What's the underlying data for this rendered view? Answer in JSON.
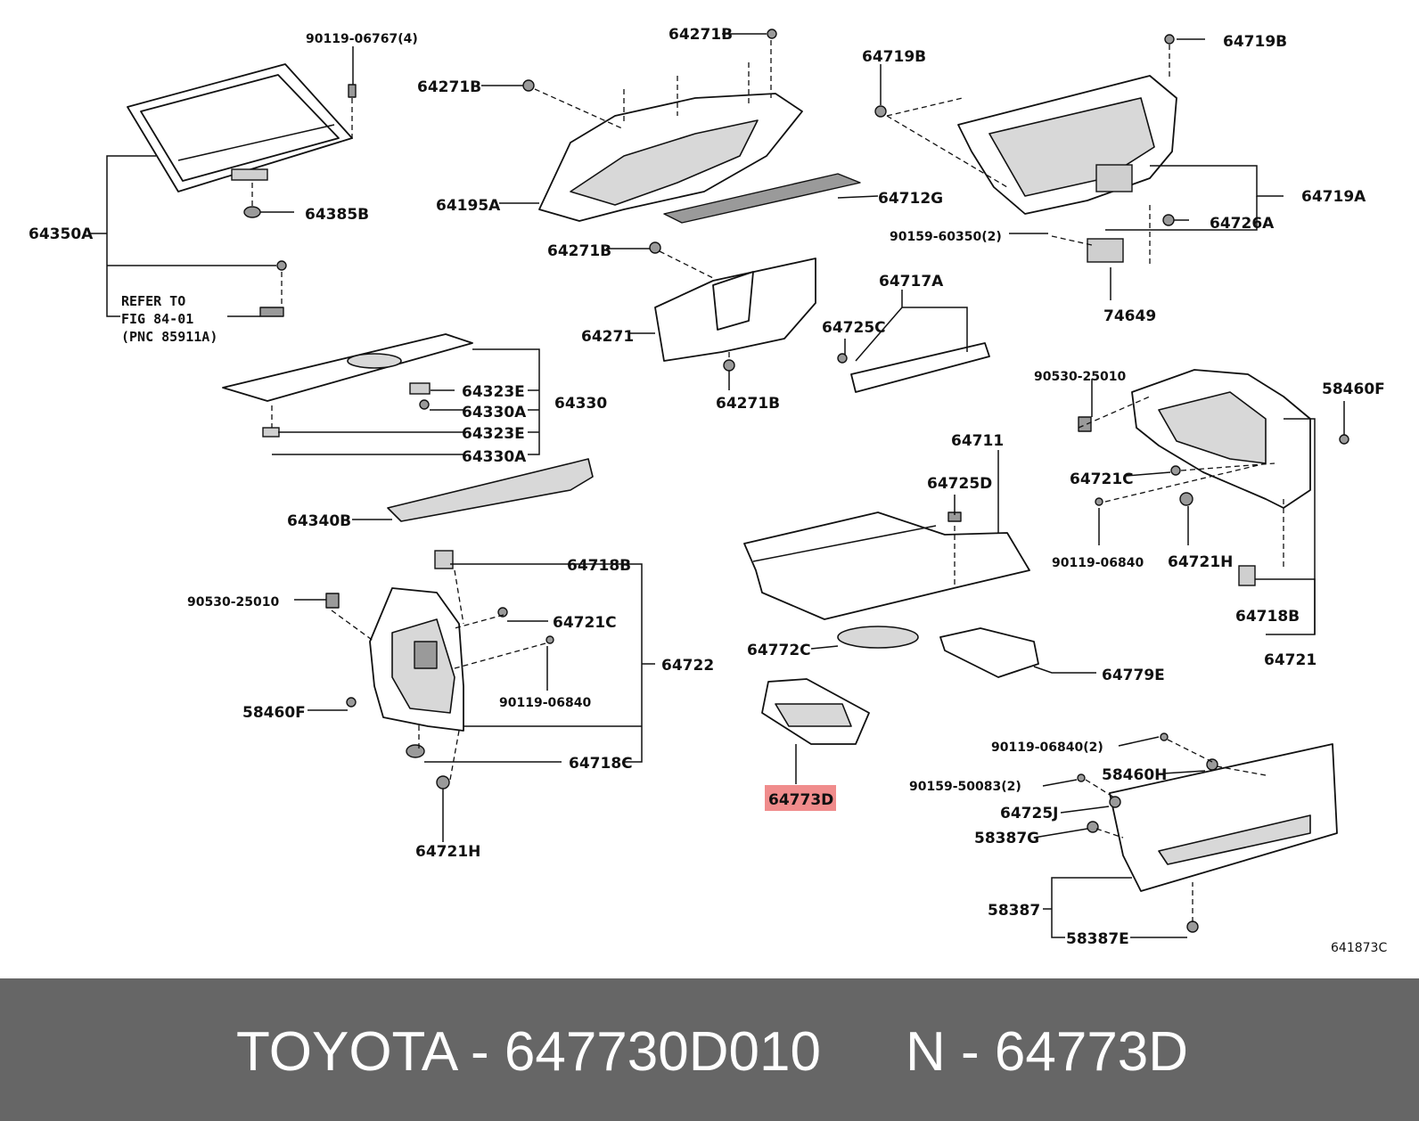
{
  "diagram_code": "641873C",
  "refer_note": [
    "REFER TO",
    "FIG  84-01",
    "(PNC 85911A)"
  ],
  "highlight_color": "#f08c8c",
  "footer": {
    "brand_part": "TOYOTA - 647730D010",
    "pnc": "N - 64773D"
  },
  "labels": {
    "l01": "90119-06767(4)",
    "l02": "64271B",
    "l03": "64719B",
    "l04": "64719B",
    "l05": "64271B",
    "l06": "64385B",
    "l07": "64195A",
    "l08": "64712G",
    "l09": "64719A",
    "l10": "64350A",
    "l11": "64726A",
    "l12": "90159-60350(2)",
    "l13": "64271B",
    "l14": "74649",
    "l15": "64717A",
    "l16": "64271",
    "l17": "64725C",
    "l18": "90530-25010",
    "l19": "58460F",
    "l20": "64323E",
    "l21": "64330",
    "l22": "64330A",
    "l23": "64271B",
    "l24": "64323E",
    "l25": "64330A",
    "l26": "64711",
    "l27": "64721C",
    "l28": "64725D",
    "l29": "64340B",
    "l30": "90119-06840",
    "l31": "64721H",
    "l32": "64718B",
    "l33": "90530-25010",
    "l34": "64721C",
    "l35": "64718B",
    "l36": "64722",
    "l37": "64721",
    "l38": "64772C",
    "l39": "64779E",
    "l40": "90119-06840",
    "l41": "58460F",
    "l42": "64718C",
    "l43": "90119-06840(2)",
    "l44": "58460H",
    "l45": "90159-50083(2)",
    "l46": "64773D",
    "l47": "64725J",
    "l48": "58387G",
    "l49": "64721H",
    "l50": "58387",
    "l51": "58387E"
  }
}
